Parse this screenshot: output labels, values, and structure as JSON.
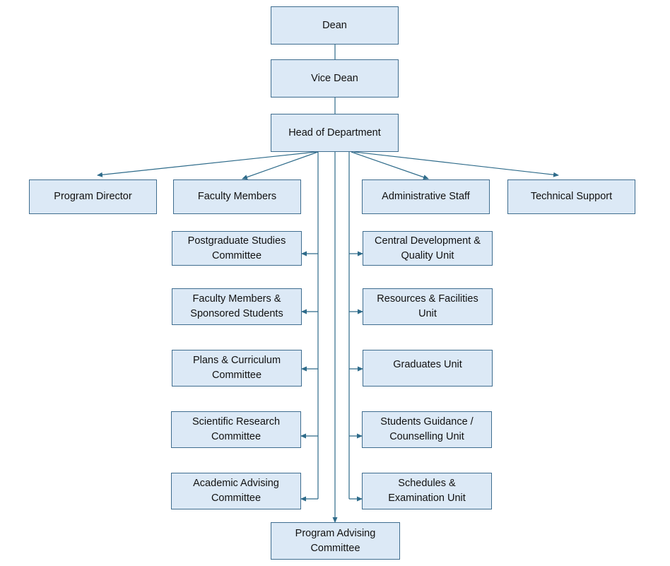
{
  "colors": {
    "node_fill": "#dce9f6",
    "node_border": "#3f6d8f",
    "connector": "#2e6b8a"
  },
  "nodes": {
    "dean": "Dean",
    "vice_dean": "Vice Dean",
    "head": "Head of Department",
    "program_director": "Program Director",
    "faculty_members": "Faculty Members",
    "administrative_staff": "Administrative Staff",
    "technical_support": "Technical Support",
    "postgraduate_committee": [
      "Postgraduate Studies",
      "Committee"
    ],
    "faculty_sponsored": [
      "Faculty Members &",
      "Sponsored Students"
    ],
    "plans_curriculum": [
      "Plans & Curriculum",
      "Committee"
    ],
    "scientific_research": [
      "Scientific Research",
      "Committee"
    ],
    "academic_advising": [
      "Academic Advising",
      "Committee"
    ],
    "central_development": [
      "Central Development &",
      "Quality Unit"
    ],
    "resources_facilities": [
      "Resources & Facilities",
      "Unit"
    ],
    "graduates_unit": "Graduates Unit",
    "students_guidance": [
      "Students Guidance /",
      "Counselling Unit"
    ],
    "schedules_examination": [
      "Schedules &",
      "Examination Unit"
    ],
    "program_advising": [
      "Program Advising",
      "Committee"
    ]
  }
}
